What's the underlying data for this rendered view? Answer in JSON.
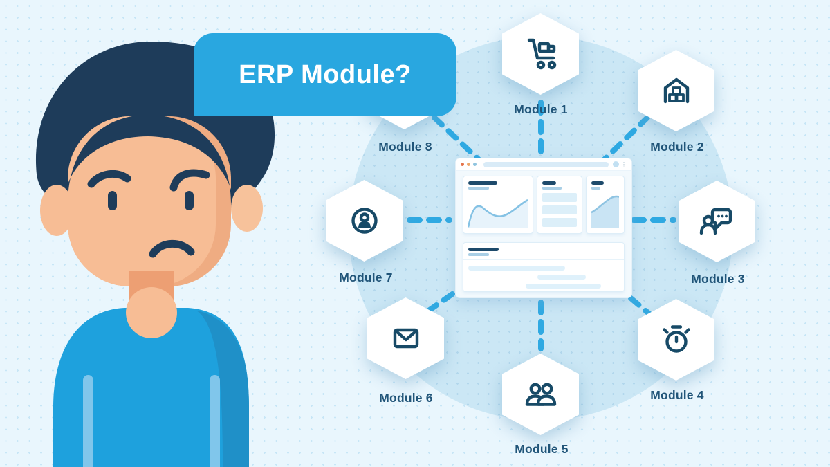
{
  "speech_bubble": {
    "text": "ERP Module?"
  },
  "modules": [
    {
      "label": "Module 1",
      "icon": "shopping-cart-icon"
    },
    {
      "label": "Module 2",
      "icon": "warehouse-icon"
    },
    {
      "label": "Module 3",
      "icon": "customer-chat-icon"
    },
    {
      "label": "Module 4",
      "icon": "stopwatch-icon"
    },
    {
      "label": "Module 5",
      "icon": "team-users-icon"
    },
    {
      "label": "Module 6",
      "icon": "email-envelope-icon"
    },
    {
      "label": "Module 7",
      "icon": "user-profile-icon"
    },
    {
      "label": "Module 8",
      "icon": "hidden-behind-speech-bubble"
    }
  ],
  "center": {
    "content": "erp-dashboard-browser-mockup"
  },
  "colors": {
    "background": "#E9F6FD",
    "hub_circle": "#CBE7F5",
    "accent_blue": "#29A7E0",
    "connector_dash": "#2FA9E2",
    "hexagon_fill": "#FFFFFF",
    "icon_stroke": "#174A67",
    "label_text": "#215579",
    "bubble_text": "#FFFFFF",
    "browser_title_bar": "#1D4A6B",
    "browser_subtitle_bar": "#A9CFE6"
  }
}
